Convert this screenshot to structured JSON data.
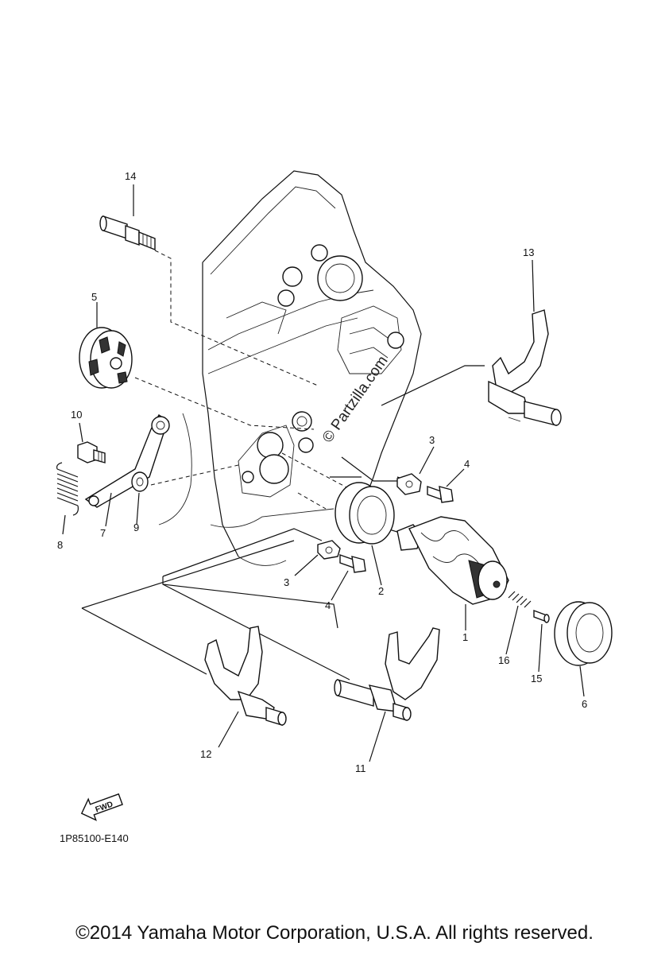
{
  "callouts": {
    "c1": "1",
    "c2": "2",
    "c3a": "3",
    "c3b": "3",
    "c4a": "4",
    "c4b": "4",
    "c5": "5",
    "c6": "6",
    "c7": "7",
    "c8": "8",
    "c9": "9",
    "c10": "10",
    "c11": "11",
    "c12": "12",
    "c13": "13",
    "c14": "14",
    "c15": "15",
    "c16": "16"
  },
  "watermark": "© Partzilla.com",
  "fwd_label": "FWD",
  "diagram_code": "1P85100-E140",
  "copyright": "©2014 Yamaha Motor Corporation, U.S.A. All rights reserved."
}
